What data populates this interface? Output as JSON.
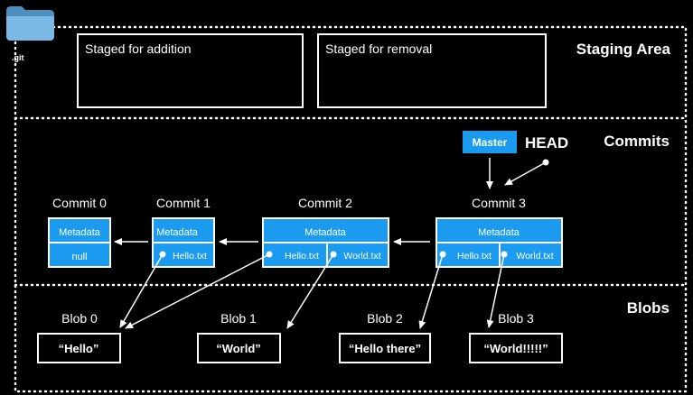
{
  "repo": {
    "folder_label": ".git",
    "folder_icon": "folder-icon"
  },
  "staging": {
    "title": "Staging Area",
    "addition_label": "Staged for addition",
    "removal_label": "Staged for removal"
  },
  "commits": {
    "title": "Commits",
    "branch_label": "Master",
    "head_label": "HEAD",
    "items": [
      {
        "name": "Commit 0",
        "metadata_label": "Metadata",
        "files": [
          "null"
        ]
      },
      {
        "name": "Commit 1",
        "metadata_label": "Metadata",
        "files": [
          "Hello.txt"
        ]
      },
      {
        "name": "Commit 2",
        "metadata_label": "Metadata",
        "files": [
          "Hello.txt",
          "World.txt"
        ]
      },
      {
        "name": "Commit 3",
        "metadata_label": "Metadata",
        "files": [
          "Hello.txt",
          "World.txt"
        ]
      }
    ]
  },
  "blobs": {
    "title": "Blobs",
    "items": [
      {
        "name": "Blob 0",
        "content": "“Hello”"
      },
      {
        "name": "Blob 1",
        "content": "“World”"
      },
      {
        "name": "Blob 2",
        "content": "“Hello there”"
      },
      {
        "name": "Blob 3",
        "content": "“World!!!!!”"
      }
    ]
  },
  "colors": {
    "background": "#000000",
    "accent": "#1a9bf0",
    "foreground": "#ffffff"
  }
}
